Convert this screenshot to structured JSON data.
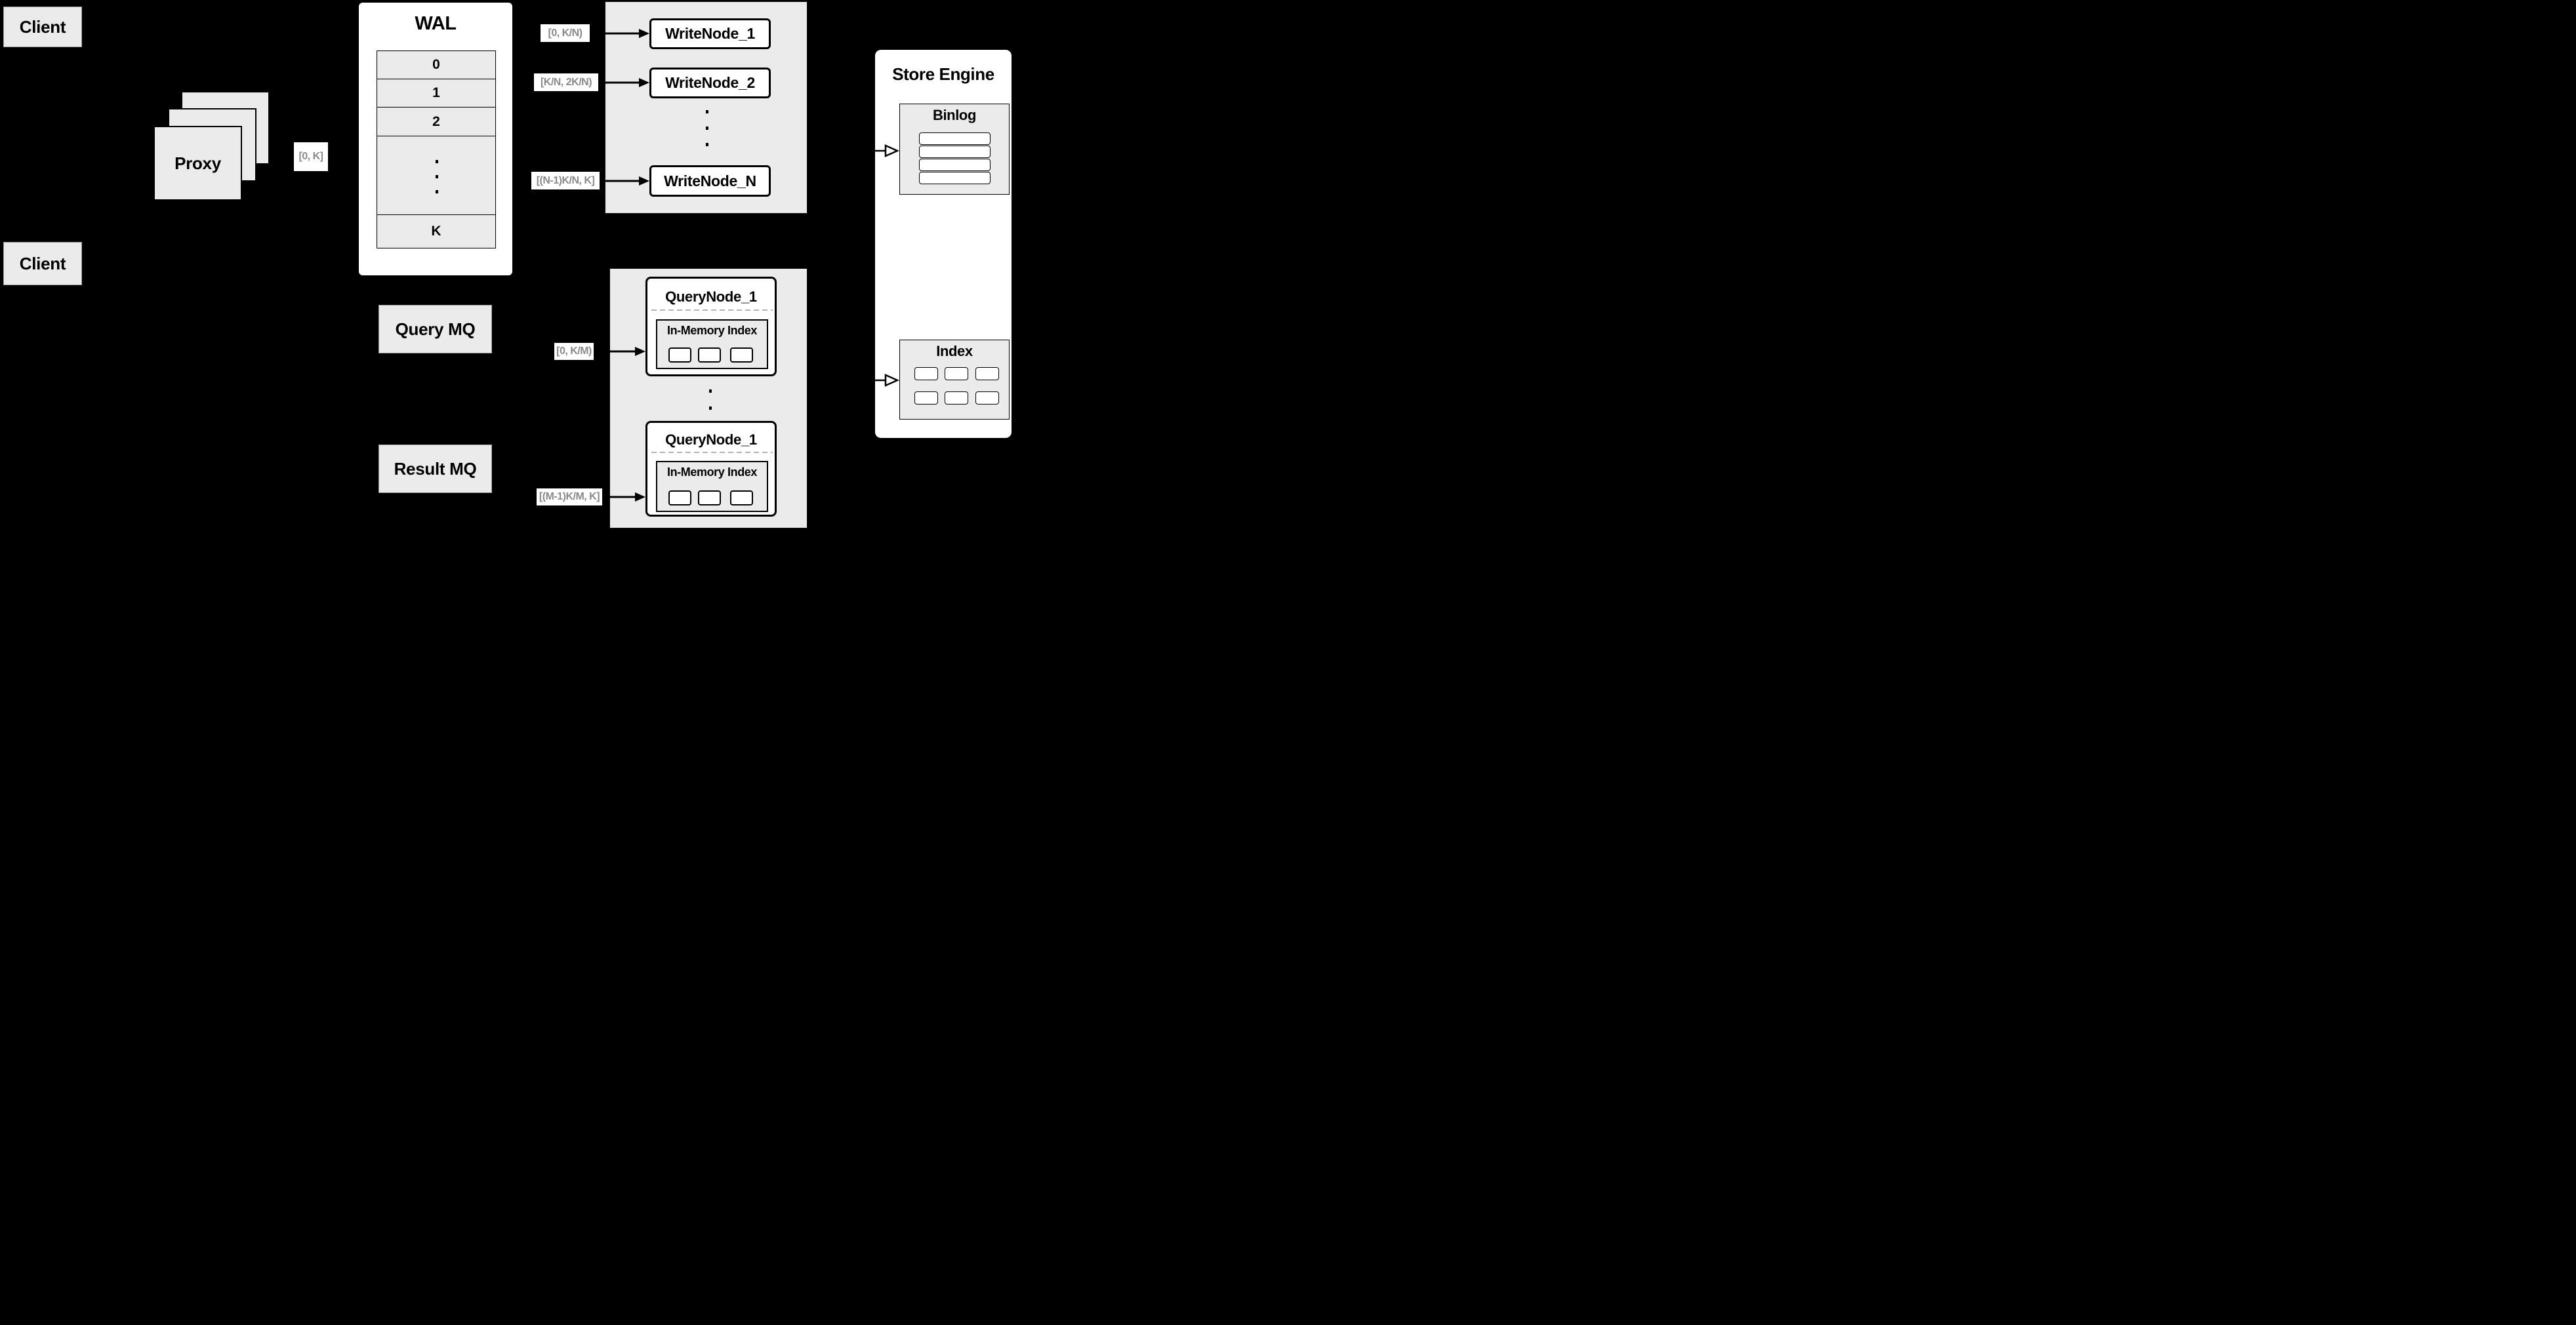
{
  "colors": {
    "background": "#000000",
    "panel": "#ffffff",
    "fill_gray": "#ebebeb",
    "border": "#000000",
    "muted_label_text": "#8a8a8a",
    "dashed_separator": "#b3b3b3"
  },
  "clients": {
    "top": "Client",
    "bottom": "Client"
  },
  "proxy": {
    "label": "Proxy",
    "range_out": "[0, K]"
  },
  "wal": {
    "title": "WAL",
    "rows": [
      "0",
      "1",
      "2"
    ],
    "last_row": "K"
  },
  "write_cluster": {
    "nodes": [
      {
        "label": "WriteNode_1",
        "range": "[0, K/N)"
      },
      {
        "label": "WriteNode_2",
        "range": "[K/N, 2K/N)"
      },
      {
        "label": "WriteNode_N",
        "range": "[(N-1)K/N, K]"
      }
    ]
  },
  "query_cluster": {
    "mq": {
      "query": "Query MQ",
      "result": "Result MQ"
    },
    "nodes": [
      {
        "title": "QueryNode_1",
        "inner": "In-Memory Index",
        "range": "[0, K/M)"
      },
      {
        "title": "QueryNode_1",
        "inner": "In-Memory Index",
        "range": "[(M-1)K/M, K]"
      }
    ]
  },
  "store_engine": {
    "title": "Store Engine",
    "binlog": "Binlog",
    "index": "Index"
  }
}
